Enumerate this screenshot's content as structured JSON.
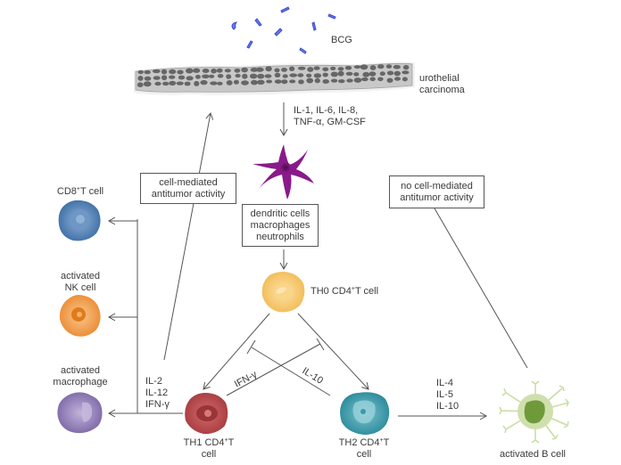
{
  "diagram": {
    "bcg_label": "BCG",
    "tumor_label_line1": "urothelial",
    "tumor_label_line2": "carcinoma",
    "cytokines_top": {
      "line1": "IL-1, IL-6, IL-8,",
      "line2": "TNF-α, GM-CSF"
    },
    "innate_cells_box": {
      "line1": "dendritic cells",
      "line2": "macrophages",
      "line3": "neutrophils"
    },
    "th0_label": {
      "prefix": "TH0  CD4",
      "sup": "+",
      "suffix": "T cell"
    },
    "th1_label": {
      "prefix": "TH1  CD4",
      "sup": "+",
      "suffix": "T",
      "line2": "cell"
    },
    "th2_label": {
      "prefix": "TH2  CD4",
      "sup": "+",
      "suffix": "T",
      "line2": "cell"
    },
    "cross_inhibition": {
      "left": "IFN-γ",
      "right": "IL-10"
    },
    "th1_cytokines": {
      "line1": "IL-2",
      "line2": "IL-12",
      "line3": "IFN-γ"
    },
    "th2_cytokines": {
      "line1": "IL-4",
      "line2": "IL-5",
      "line3": "IL-10"
    },
    "cd8_label": {
      "prefix": "CD8",
      "sup": "+",
      "suffix": "T cell"
    },
    "nk_label": {
      "line1": "activated",
      "line2": "NK cell"
    },
    "macrophage_label": {
      "line1": "activated",
      "line2": "macrophage"
    },
    "bcell_label": "activated B cell",
    "cell_mediated_box": {
      "line1": "cell-mediated",
      "line2": "antitumor  activity"
    },
    "no_cell_mediated_box": {
      "line1": "no cell-mediated",
      "line2": "antitumor  activity"
    },
    "colors": {
      "bcg": "#5a6fe0",
      "tumor_cell_fill": "#c8c8c8",
      "tumor_nucleus": "#666666",
      "dendritic": "#8a1a8a",
      "th0": "#f5c56a",
      "th1": "#b8474a",
      "th2": "#3a9aaa",
      "cd8": "#4a7ab0",
      "nk": "#f0903a",
      "macrophage": "#8a78b0",
      "bcell": "#c8dca0",
      "bcell_nucleus": "#6f9a3a",
      "line": "#555555"
    }
  }
}
